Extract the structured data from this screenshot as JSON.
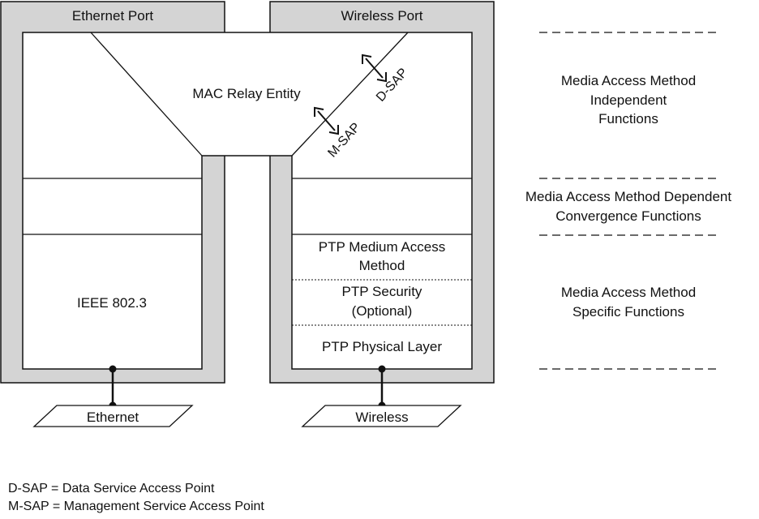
{
  "ports": {
    "ethernet_port": "Ethernet Port",
    "wireless_port": "Wireless Port"
  },
  "relay": {
    "mac_relay_entity": "MAC Relay Entity",
    "d_sap": "D-SAP",
    "m_sap": "M-SAP"
  },
  "ethernet_stack": {
    "ieee": "IEEE 802.3",
    "medium": "Ethernet"
  },
  "wireless_stack": {
    "ptp_medium_access_line1": "PTP Medium Access",
    "ptp_medium_access_line2": "Method",
    "ptp_security_line1": "PTP Security",
    "ptp_security_line2": "(Optional)",
    "ptp_physical": "PTP Physical Layer",
    "medium": "Wireless"
  },
  "functions": {
    "independent_line1": "Media Access Method",
    "independent_line2": "Independent",
    "independent_line3": "Functions",
    "dependent_line1": "Media Access Method Dependent",
    "dependent_line2": "Convergence Functions",
    "specific_line1": "Media Access Method",
    "specific_line2": "Specific Functions"
  },
  "legend": {
    "d_sap_def": "D-SAP = Data Service Access Point",
    "m_sap_def": "M-SAP = Management Service Access Point"
  },
  "colors": {
    "port_fill": "#d4d4d4",
    "stroke": "#111111",
    "background": "#ffffff"
  }
}
